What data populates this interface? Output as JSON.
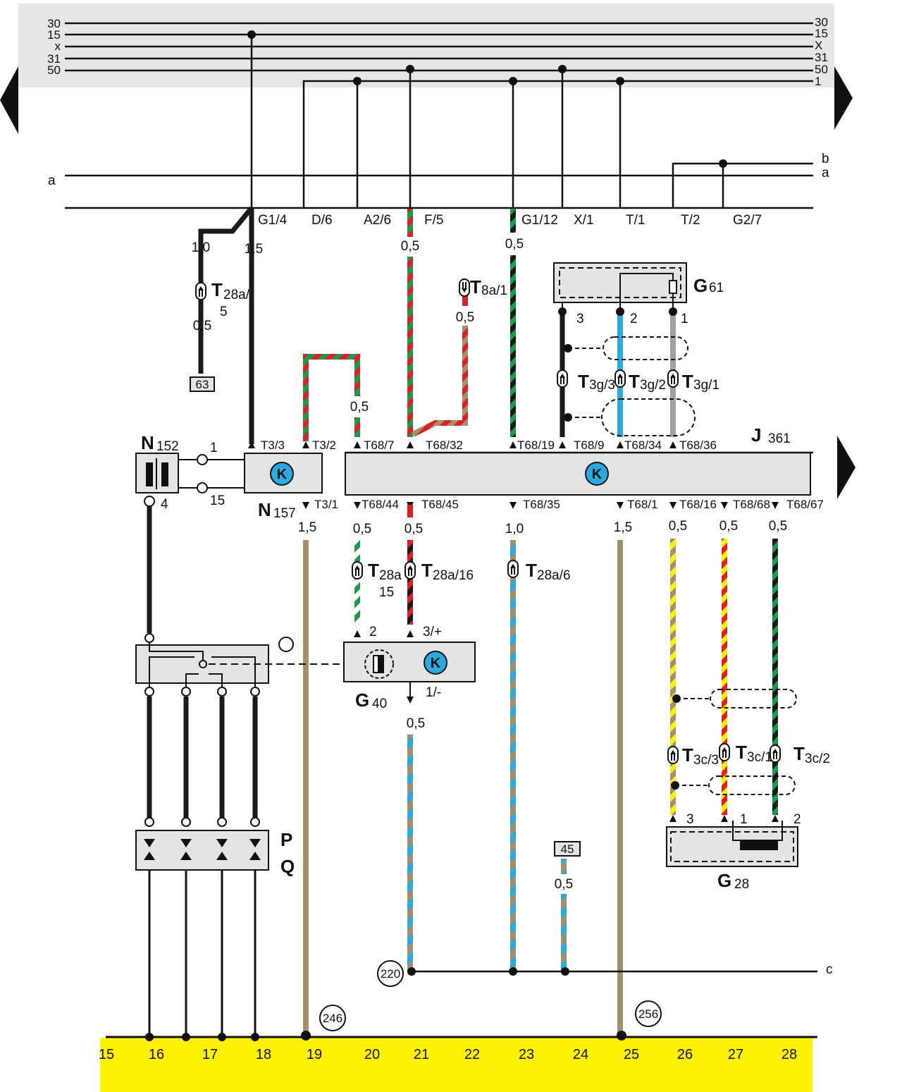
{
  "rails": {
    "left": [
      "30",
      "15",
      "x",
      "31",
      "50"
    ],
    "right": [
      "30",
      "15",
      "X",
      "31",
      "50",
      "1"
    ]
  },
  "bus": {
    "a_left": "a",
    "a_right": "a",
    "b_right": "b",
    "c_right": "c"
  },
  "bus_points": [
    "G1/4",
    "D/6",
    "A2/6",
    "F/5",
    "G1/12",
    "X/1",
    "T/1",
    "T/2",
    "G2/7"
  ],
  "components": {
    "J": {
      "letter": "J",
      "sub": "361"
    },
    "N152": {
      "letter": "N",
      "sub": "152",
      "pin1": "1",
      "pin15": "15",
      "pin4": "4"
    },
    "N157": {
      "letter": "N",
      "sub": "157"
    },
    "G61": {
      "letter": "G",
      "sub": "61",
      "p3": "3",
      "p2": "2",
      "p1": "1"
    },
    "G40": {
      "letter": "G",
      "sub": "40",
      "p2": "2",
      "p3": "3/+",
      "p1": "1/-"
    },
    "G28": {
      "letter": "G",
      "sub": "28",
      "p3": "3",
      "p1": "1",
      "p2": "2"
    },
    "O": {
      "letter": "O"
    },
    "P": {
      "letter": "P"
    },
    "Q": {
      "letter": "Q"
    }
  },
  "pins_top": [
    "T3/3",
    "T3/2",
    "T68/7",
    "T68/32",
    "T68/19",
    "T68/9",
    "T68/34",
    "T68/36"
  ],
  "pins_bottom": [
    "T3/1",
    "T68/44",
    "T68/45",
    "T68/35",
    "T68/1",
    "T68/16",
    "T68/68",
    "T68/67"
  ],
  "sizes": {
    "g14_a": "1,0",
    "g14_b": "1,5",
    "t28a5": "0,5",
    "f5": "0,5",
    "g112": "0,5",
    "t8a1": "0,5",
    "t32": "0,5",
    "t31": "1,5",
    "t44": "0,5",
    "t45": "0,5",
    "t35": "1,0",
    "t1": "1,5",
    "t16": "0,5",
    "t68": "0,5",
    "t67": "0,5",
    "g40m": "0,5",
    "r45": "0,5"
  },
  "connectors": {
    "t28a5": {
      "T": "T",
      "sub": "28a/",
      "num": "5"
    },
    "t8a1": {
      "T": "T",
      "sub": "8a/1"
    },
    "t3g3": {
      "T": "T",
      "sub": "3g/3"
    },
    "t3g2": {
      "T": "T",
      "sub": "3g/2"
    },
    "t3g1": {
      "T": "T",
      "sub": "3g/1"
    },
    "t28a15": {
      "T": "T",
      "sub": "28a",
      "num": "15"
    },
    "t28a16": {
      "T": "T",
      "sub": "28a/16"
    },
    "t28a6": {
      "T": "T",
      "sub": "28a/6"
    },
    "t3c3": {
      "T": "T",
      "sub": "3c/3"
    },
    "t3c1": {
      "T": "T",
      "sub": "3c/1"
    },
    "t3c2": {
      "T": "T",
      "sub": "3c/2"
    }
  },
  "refs": {
    "r63": "63",
    "r45": "45",
    "r220": "220",
    "r246": "246",
    "r256": "256"
  },
  "columns": [
    "15",
    "16",
    "17",
    "18",
    "19",
    "20",
    "21",
    "22",
    "23",
    "24",
    "25",
    "26",
    "27",
    "28"
  ],
  "colors": {
    "rail_band": "#e6e6e6",
    "ground_band": "#fff200",
    "box": "#e4e4e4",
    "wire_black": "#1a1a1a",
    "wire_green": "#1a9a4a",
    "wire_red": "#e01e26",
    "wire_brown": "#a48e6c",
    "wire_blue": "#29abe2",
    "wire_grey": "#a0a0a0",
    "wire_yellow": "#fff200",
    "icon_blue": "#29abe2"
  }
}
